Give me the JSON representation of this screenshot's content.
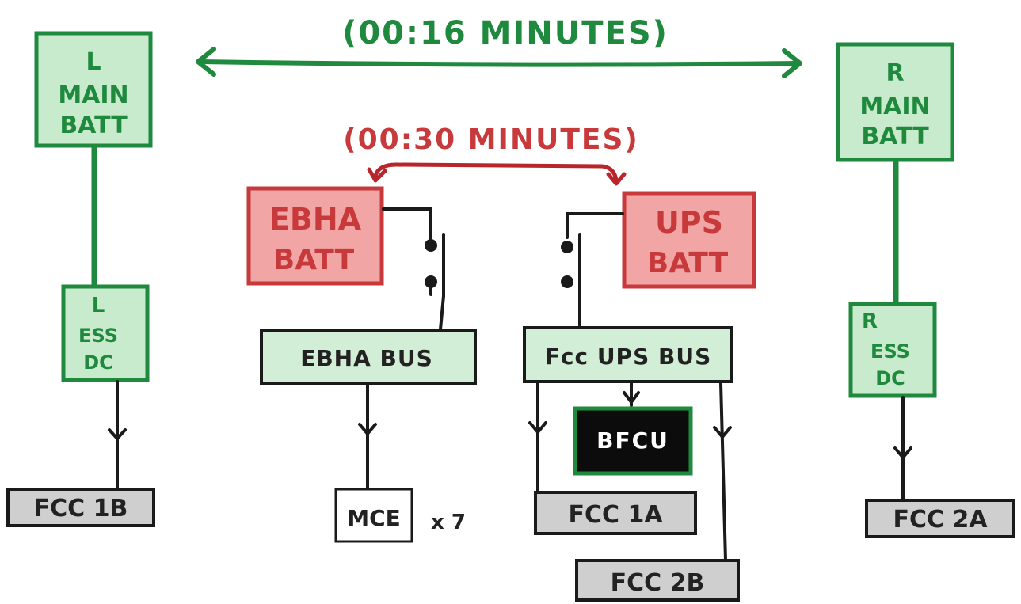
{
  "timers": {
    "main_batt_duration": "(00:16 MINUTES)",
    "backup_batt_duration": "(00:30 MINUTES)"
  },
  "left_main_batt": [
    "L",
    "MAIN",
    "BATT"
  ],
  "right_main_batt": [
    "R",
    "MAIN",
    "BATT"
  ],
  "ebha_batt": [
    "EBHA",
    "BATT"
  ],
  "ups_batt": [
    "UPS",
    "BATT"
  ],
  "left_ess_dc": [
    "L",
    "ESS",
    "DC"
  ],
  "right_ess_dc": [
    "R",
    "ESS",
    "DC"
  ],
  "ebha_bus": "EBHA BUS",
  "fcc_ups_bus": "Fcc UPS BUS",
  "bfcu": "BFCU",
  "mce": "MCE",
  "mce_count": "x 7",
  "fcc_1b": "FCC 1B",
  "fcc_1a": "FCC 1A",
  "fcc_2b": "FCC 2B",
  "fcc_2a": "FCC 2A",
  "colors": {
    "green": "#1f8a3e",
    "green_fill": "#c9ebcd",
    "red": "#c8393b",
    "red_fill": "#f2a5a5",
    "gray_fill": "#cfcfcf",
    "black": "#0c0c0c"
  }
}
